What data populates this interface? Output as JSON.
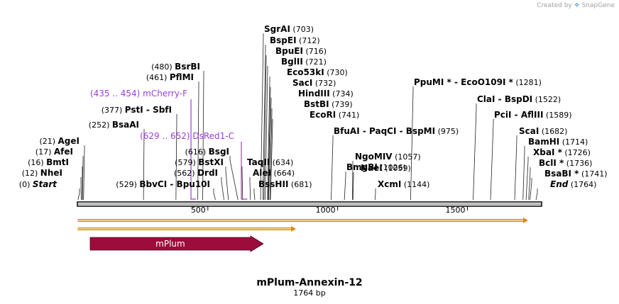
{
  "credit": {
    "prefix": "Created by",
    "brand": "SnapGene"
  },
  "title": "mPlum-Annexin-12",
  "subtitle": "1764 bp",
  "sequence_length": 1764,
  "ruler_ticks": [
    500,
    1000,
    1500
  ],
  "sites": [
    {
      "name": "Start",
      "pos": 0,
      "label": "(0)",
      "style": "italic"
    },
    {
      "name": "NheI",
      "pos": 12,
      "label": "(12)"
    },
    {
      "name": "BmtI",
      "pos": 16,
      "label": "(16)"
    },
    {
      "name": "AfeI",
      "pos": 17,
      "label": "(17)"
    },
    {
      "name": "AgeI",
      "pos": 21,
      "label": "(21)"
    },
    {
      "name": "BsaAI",
      "pos": 252,
      "label": "(252)"
    },
    {
      "name": "PstI",
      "name2": "SbfI",
      "pos": 377,
      "label": "(377)"
    },
    {
      "name": "PflMI",
      "pos": 461,
      "label": "(461)"
    },
    {
      "name": "BsrBI",
      "pos": 480,
      "label": "(480)"
    },
    {
      "name": "BbvCI",
      "name2": "Bpu10I",
      "pos": 529,
      "label": "(529)"
    },
    {
      "name": "DrdI",
      "pos": 562,
      "label": "(562)"
    },
    {
      "name": "BstXI",
      "pos": 579,
      "label": "(579)"
    },
    {
      "name": "BsgI",
      "pos": 616,
      "label": "(616)"
    },
    {
      "name": "TaqII",
      "pos": 634,
      "label": "(634)"
    },
    {
      "name": "AleI",
      "pos": 664,
      "label": "(664)"
    },
    {
      "name": "BssHII",
      "pos": 681,
      "label": "(681)"
    },
    {
      "name": "SgrAI",
      "pos": 703,
      "label": "(703)"
    },
    {
      "name": "BspEI",
      "pos": 712,
      "label": "(712)"
    },
    {
      "name": "BpuEI",
      "pos": 716,
      "label": "(716)"
    },
    {
      "name": "BglII",
      "pos": 721,
      "label": "(721)"
    },
    {
      "name": "Eco53kI",
      "pos": 730,
      "label": "(730)"
    },
    {
      "name": "SacI",
      "pos": 732,
      "label": "(732)"
    },
    {
      "name": "HindIII",
      "pos": 734,
      "label": "(734)"
    },
    {
      "name": "BstBI",
      "pos": 739,
      "label": "(739)"
    },
    {
      "name": "EcoRI",
      "pos": 741,
      "label": "(741)"
    },
    {
      "name": "BfuAI",
      "name2": "PaqCI",
      "name3": "BspMI",
      "pos": 975,
      "label": "(975)"
    },
    {
      "name": "BmgBI",
      "pos": 1026,
      "label": "(1026)"
    },
    {
      "name": "NgoMIV",
      "pos": 1057,
      "label": "(1057)"
    },
    {
      "name": "NaeI",
      "pos": 1059,
      "label": "(1059)"
    },
    {
      "name": "XcmI",
      "pos": 1144,
      "label": "(1144)"
    },
    {
      "name": "PpuMI *",
      "name2": "EcoO109I *",
      "pos": 1281,
      "label": "(1281)"
    },
    {
      "name": "ClaI",
      "name2": "BspDI",
      "pos": 1522,
      "label": "(1522)"
    },
    {
      "name": "PciI",
      "name2": "AflIII",
      "pos": 1589,
      "label": "(1589)"
    },
    {
      "name": "ScaI",
      "pos": 1682,
      "label": "(1682)"
    },
    {
      "name": "BamHI",
      "pos": 1714,
      "label": "(1714)"
    },
    {
      "name": "XbaI *",
      "pos": 1726,
      "label": "(1726)"
    },
    {
      "name": "BclI *",
      "pos": 1736,
      "label": "(1736)"
    },
    {
      "name": "BsaBI *",
      "pos": 1741,
      "label": "(1741)"
    },
    {
      "name": "End",
      "pos": 1764,
      "label": "(1764)",
      "style": "italic"
    }
  ],
  "primers": [
    {
      "name": "mCherry-F",
      "range": "(435 .. 454)",
      "start": 435,
      "end": 454
    },
    {
      "name": "DsRed1-C",
      "range": "(629 .. 652)",
      "start": 629,
      "end": 652
    }
  ],
  "orfs": [
    {
      "start": 1,
      "end": 1764,
      "color": "#f5a623"
    },
    {
      "start": 1,
      "end": 870,
      "color": "#f5a623"
    }
  ],
  "features": [
    {
      "name": "mPlum",
      "start": 41,
      "end": 730,
      "color": "#9b0d3b"
    }
  ]
}
